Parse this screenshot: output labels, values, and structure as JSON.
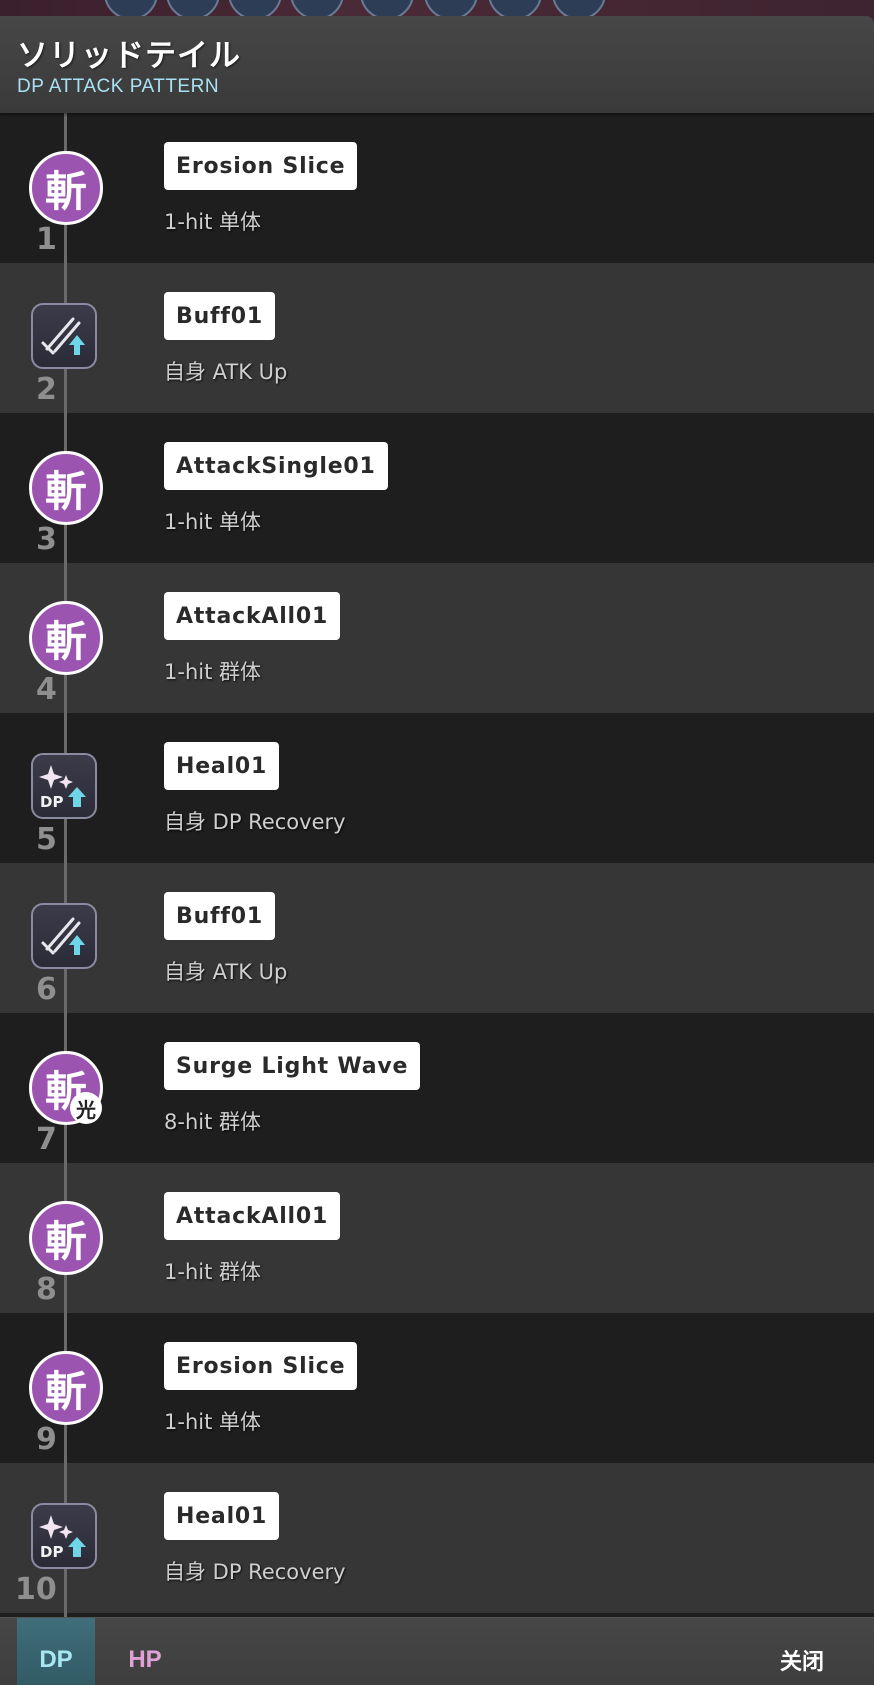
{
  "header": {
    "title": "ソリッドテイル",
    "subtitle": "DP ATTACK PATTERN"
  },
  "colors": {
    "slash_purple": "#9b55b0",
    "subtitle_cyan": "#a9e2f2",
    "dp_tab": "#3f6e7a",
    "hp_tab_text": "#e0a0d8"
  },
  "pattern": [
    {
      "num": "1",
      "icon": "slash-icon",
      "glyph": "斬",
      "name": "Erosion Slice",
      "desc": "1-hit 单体"
    },
    {
      "num": "2",
      "icon": "sword-buff-icon",
      "name": "Buff01",
      "desc": "自身 ATK Up"
    },
    {
      "num": "3",
      "icon": "slash-icon",
      "glyph": "斬",
      "name": "AttackSingle01",
      "desc": "1-hit 单体"
    },
    {
      "num": "4",
      "icon": "slash-icon",
      "glyph": "斬",
      "name": "AttackAll01",
      "desc": "1-hit 群体"
    },
    {
      "num": "5",
      "icon": "dp-recovery-icon",
      "label": "DP",
      "name": "Heal01",
      "desc": "自身 DP Recovery"
    },
    {
      "num": "6",
      "icon": "sword-buff-icon",
      "name": "Buff01",
      "desc": "自身 ATK Up"
    },
    {
      "num": "7",
      "icon": "slash-light-icon",
      "glyph": "斬",
      "badge": "光",
      "name": "Surge Light Wave",
      "desc": "8-hit 群体"
    },
    {
      "num": "8",
      "icon": "slash-icon",
      "glyph": "斬",
      "name": "AttackAll01",
      "desc": "1-hit 群体"
    },
    {
      "num": "9",
      "icon": "slash-icon",
      "glyph": "斬",
      "name": "Erosion Slice",
      "desc": "1-hit 单体"
    },
    {
      "num": "10",
      "icon": "dp-recovery-icon",
      "label": "DP",
      "name": "Heal01",
      "desc": "自身 DP Recovery"
    }
  ],
  "footer": {
    "tab_dp": "DP",
    "tab_hp": "HP",
    "close_label": "关闭"
  }
}
